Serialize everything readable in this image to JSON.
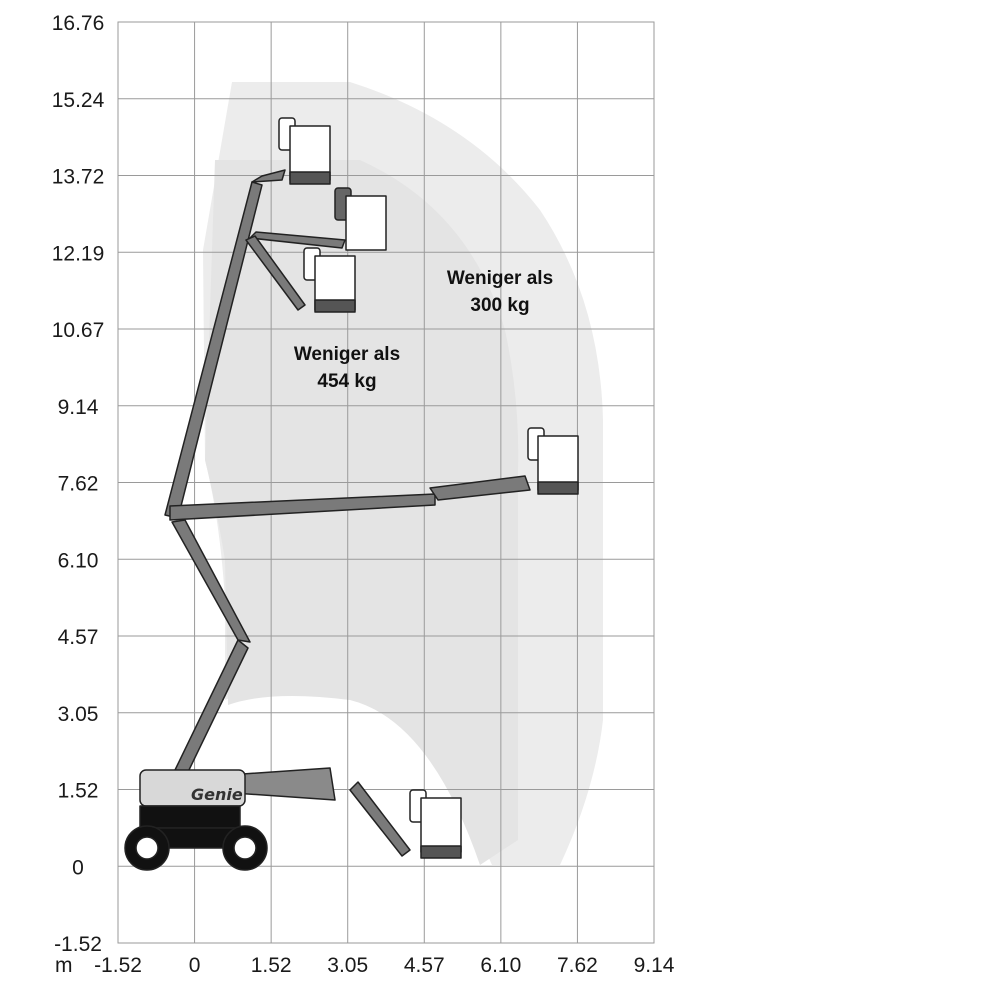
{
  "chart_data": {
    "type": "diagram",
    "x_unit_label": "m",
    "x_ticks": [
      "-1.52",
      "0",
      "1.52",
      "3.05",
      "4.57",
      "6.10",
      "7.62",
      "9.14"
    ],
    "y_ticks": [
      "16.76",
      "15.24",
      "13.72",
      "12.19",
      "10.67",
      "9.14",
      "7.62",
      "6.10",
      "4.57",
      "3.05",
      "1.52",
      "0",
      "-1.52"
    ],
    "xlim": [
      -1.52,
      9.14
    ],
    "ylim": [
      -1.52,
      16.76
    ],
    "grid": true,
    "zones": [
      {
        "line1": "Weniger als",
        "line2": "454 kg"
      },
      {
        "line1": "Weniger als",
        "line2": "300 kg"
      }
    ],
    "brand_text": "Genie"
  }
}
